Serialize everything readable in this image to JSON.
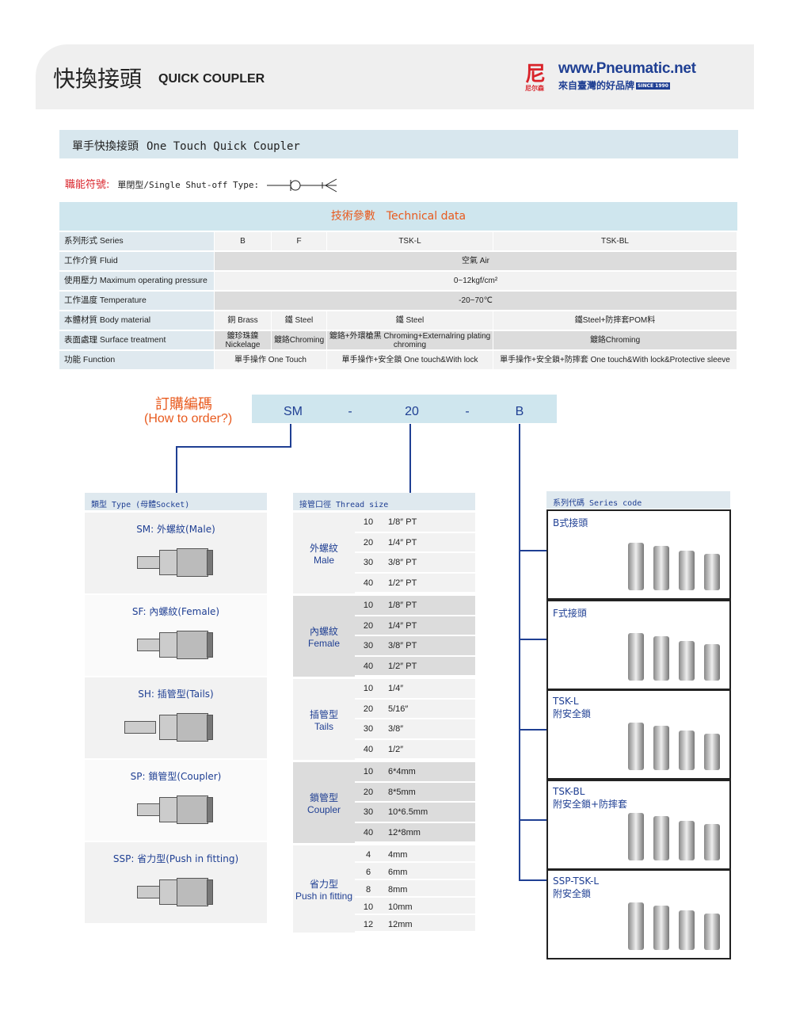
{
  "header": {
    "title_zh": "快換接頭",
    "title_en": "QUICK COUPLER",
    "logo_mark": "尼尔森",
    "logo_url": "www.Pneumatic.net",
    "logo_slogan": "來自臺灣的好品牌",
    "logo_since": "SINCE 1990"
  },
  "section": {
    "title_zh": "單手快換接頭",
    "title_en": "One Touch Quick Coupler"
  },
  "function_symbol": {
    "label": "職能符號:",
    "type": "單閉型/Single Shut-off Type:"
  },
  "tech": {
    "title": "技術參數　Technical data",
    "rows": [
      {
        "label": "系列形式 Series",
        "cells": [
          "B",
          "F",
          "TSK-L",
          "TSK-BL"
        ]
      },
      {
        "label": "工作介質 Fluid",
        "cells": [
          "空氣 Air"
        ]
      },
      {
        "label": "使用壓力 Maximum operating pressure",
        "cells": [
          "0~12kgf/cm²"
        ]
      },
      {
        "label": "工作溫度 Temperature",
        "cells": [
          "-20~70℃"
        ]
      },
      {
        "label": "本體材質 Body material",
        "cells": [
          "銅 Brass",
          "鐵 Steel",
          "鐵 Steel",
          "鐵Steel+防摔套POM料"
        ]
      },
      {
        "label": "表面處理 Surface treatment",
        "cells": [
          "鍍珍珠鎳 Nickelage",
          "鍍鉻Chroming",
          "鍍鉻+外環槍黑 Chroming+Externalring plating chroming",
          "鍍鉻Chroming"
        ]
      },
      {
        "label": "功能 Function",
        "cells": [
          "單手操作 One Touch",
          "單手操作+安全鎖 One touch&With lock",
          "單手操作+安全鎖+防摔套 One touch&With lock&Protective sleeve"
        ]
      }
    ]
  },
  "order": {
    "title_zh": "訂購編碼",
    "title_en": "(How to order?)",
    "codes": [
      "SM",
      "-",
      "20",
      "-",
      "B"
    ]
  },
  "type_panel": {
    "header": "類型 Type (母體Socket)",
    "items": [
      "SM: 外螺紋(Male)",
      "SF: 內螺紋(Female)",
      "SH: 插管型(Tails)",
      "SP: 鎖管型(Coupler)",
      "SSP: 省力型(Push in fitting)"
    ]
  },
  "thread_panel": {
    "header": "接管口徑 Thread size",
    "groups": [
      {
        "zh": "外螺紋",
        "en": "Male",
        "rows": [
          [
            "10",
            "1/8″ PT"
          ],
          [
            "20",
            "1/4″ PT"
          ],
          [
            "30",
            "3/8″ PT"
          ],
          [
            "40",
            "1/2″ PT"
          ]
        ]
      },
      {
        "zh": "內螺紋",
        "en": "Female",
        "rows": [
          [
            "10",
            "1/8″ PT"
          ],
          [
            "20",
            "1/4″ PT"
          ],
          [
            "30",
            "3/8″ PT"
          ],
          [
            "40",
            "1/2″ PT"
          ]
        ]
      },
      {
        "zh": "插管型",
        "en": "Tails",
        "rows": [
          [
            "10",
            "1/4″"
          ],
          [
            "20",
            "5/16″"
          ],
          [
            "30",
            "3/8″"
          ],
          [
            "40",
            "1/2″"
          ]
        ]
      },
      {
        "zh": "鎖管型",
        "en": "Coupler",
        "rows": [
          [
            "10",
            "6*4mm"
          ],
          [
            "20",
            "8*5mm"
          ],
          [
            "30",
            "10*6.5mm"
          ],
          [
            "40",
            "12*8mm"
          ]
        ]
      },
      {
        "zh": "省力型",
        "en": "Push in fitting",
        "rows": [
          [
            "4",
            "4mm"
          ],
          [
            "6",
            "6mm"
          ],
          [
            "8",
            "8mm"
          ],
          [
            "10",
            "10mm"
          ],
          [
            "12",
            "12mm"
          ]
        ]
      }
    ]
  },
  "series_panel": {
    "header": "系列代碼 Series code",
    "items": [
      {
        "l1": "B式接頭",
        "l2": ""
      },
      {
        "l1": "F式接頭",
        "l2": ""
      },
      {
        "l1": "TSK-L",
        "l2": "附安全鎖"
      },
      {
        "l1": "TSK-BL",
        "l2": "附安全鎖+防摔套"
      },
      {
        "l1": "SSP-TSK-L",
        "l2": "附安全鎖"
      }
    ]
  },
  "colors": {
    "accent_blue": "#1f3f93",
    "accent_red": "#d9232a",
    "accent_orange": "#e85a1e",
    "panel_bg": "#dfe9ef"
  }
}
